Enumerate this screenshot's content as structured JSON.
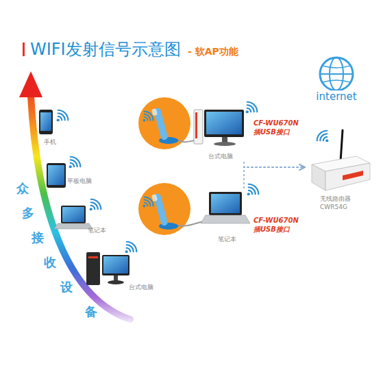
{
  "diagram": {
    "title": "WIFI发射信号示意图",
    "nodes": [
      {
        "text": [
          "手机"
        ]
      },
      {
        "text": [
          "平板电脑"
        ]
      },
      {
        "text": [
          "笔记本"
        ]
      },
      {
        "text": [
          "台式电脑"
        ]
      },
      {
        "text": [
          "CF-WU670N 插USB接口",
          "台式电脑"
        ]
      },
      {
        "text": [
          "CF-WU670N 插USB接口",
          "笔记本"
        ]
      },
      {
        "text": [
          "internet"
        ]
      },
      {
        "text": [
          "无线路由器 CWR54G"
        ]
      }
    ],
    "edges": [
      {
        "from": 4,
        "to": 7,
        "arrow": "to"
      },
      {
        "from": 5,
        "to": 7,
        "arrow": "to"
      }
    ],
    "labels": [
      "- 软AP功能",
      "众多接收设备"
    ]
  }
}
